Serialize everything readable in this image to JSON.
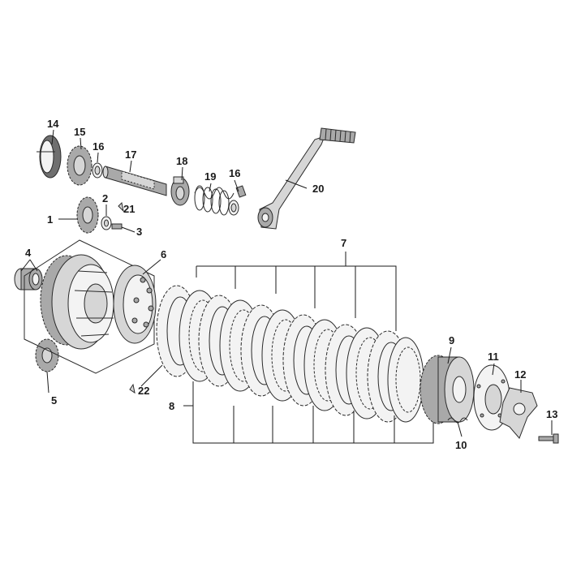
{
  "callouts": {
    "c1": "1",
    "c2": "2",
    "c3": "3",
    "c4": "4",
    "c5": "5",
    "c6": "6",
    "c7": "7",
    "c8": "8",
    "c9": "9",
    "c10": "10",
    "c11": "11",
    "c12": "12",
    "c13": "13",
    "c14": "14",
    "c15": "15",
    "c16a": "16",
    "c16b": "16",
    "c17": "17",
    "c18": "18",
    "c19": "19",
    "c20": "20",
    "c21": "21",
    "c22": "22"
  },
  "colors": {
    "line": "#1a1a1a",
    "part_dark": "#6f6f6f",
    "part_mid": "#a9a9a9",
    "part_light": "#d6d6d6"
  },
  "icons": {
    "gear": "gear-icon",
    "spring": "spring-icon",
    "plate": "clutch-plate-icon",
    "bolt": "bolt-icon"
  }
}
